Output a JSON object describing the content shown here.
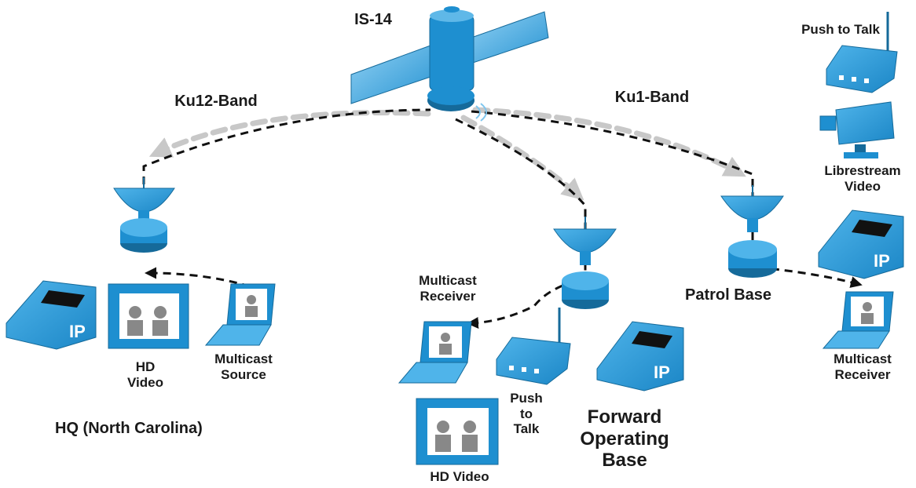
{
  "satellite": {
    "name": "IS-14"
  },
  "bands": {
    "left": "Ku12-Band",
    "right": "Ku1-Band"
  },
  "sites": {
    "hq": {
      "title": "HQ (North Carolina)",
      "hd_video": "HD\nVideo",
      "multicast_source": "Multicast\nSource"
    },
    "fob": {
      "title": "Forward\nOperating\nBase",
      "multicast_receiver": "Multicast\nReceiver",
      "push_to_talk": "Push\nto\nTalk",
      "hd_video": "HD Video"
    },
    "patrol": {
      "title": "Patrol Base",
      "push_to_talk": "Push to Talk",
      "librestream_video": "Librestream\nVideo",
      "multicast_receiver": "Multicast\nReceiver"
    }
  },
  "ip_phone_badge": "IP",
  "colors": {
    "device_blue": "#1e8fd0",
    "device_dark": "#156a9a",
    "device_light": "#7fc6ee",
    "multicast_path": "#111111",
    "rf_path": "#c8c8c8"
  }
}
